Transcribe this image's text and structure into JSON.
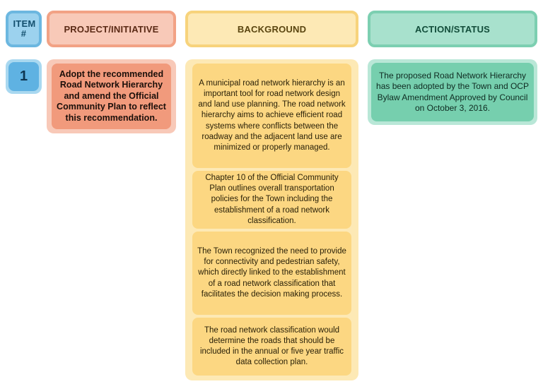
{
  "headers": {
    "item": "ITEM #",
    "project": "PROJECT/INITIATIVE",
    "background": "BACKGROUND",
    "action": "ACTION/STATUS"
  },
  "row": {
    "number": "1",
    "project": "Adopt the recommended Road Network Hierarchy and amend the Official Community Plan to reflect this recommendation.",
    "background": [
      "A municipal road network hierarchy is an important tool for road network design and land use planning.  The road network hierarchy aims to achieve efficient road systems where conflicts between the roadway and the adjacent land use are minimized or properly managed.",
      "Chapter 10 of the Official Community Plan outlines overall transportation policies for the Town including the establishment of a road network classification.",
      "The Town recognized the need to provide for connectivity and pedestrian safety, which directly linked to the establishment of a road network classification that facilitates the decision making process.",
      "The road network classification would determine the roads that should be included in the annual or five year traffic data collection plan."
    ],
    "action": "The proposed Road Network Hierarchy has been adopted by the Town and OCP Bylaw Amendment Approved by Council on October 3, 2016."
  }
}
